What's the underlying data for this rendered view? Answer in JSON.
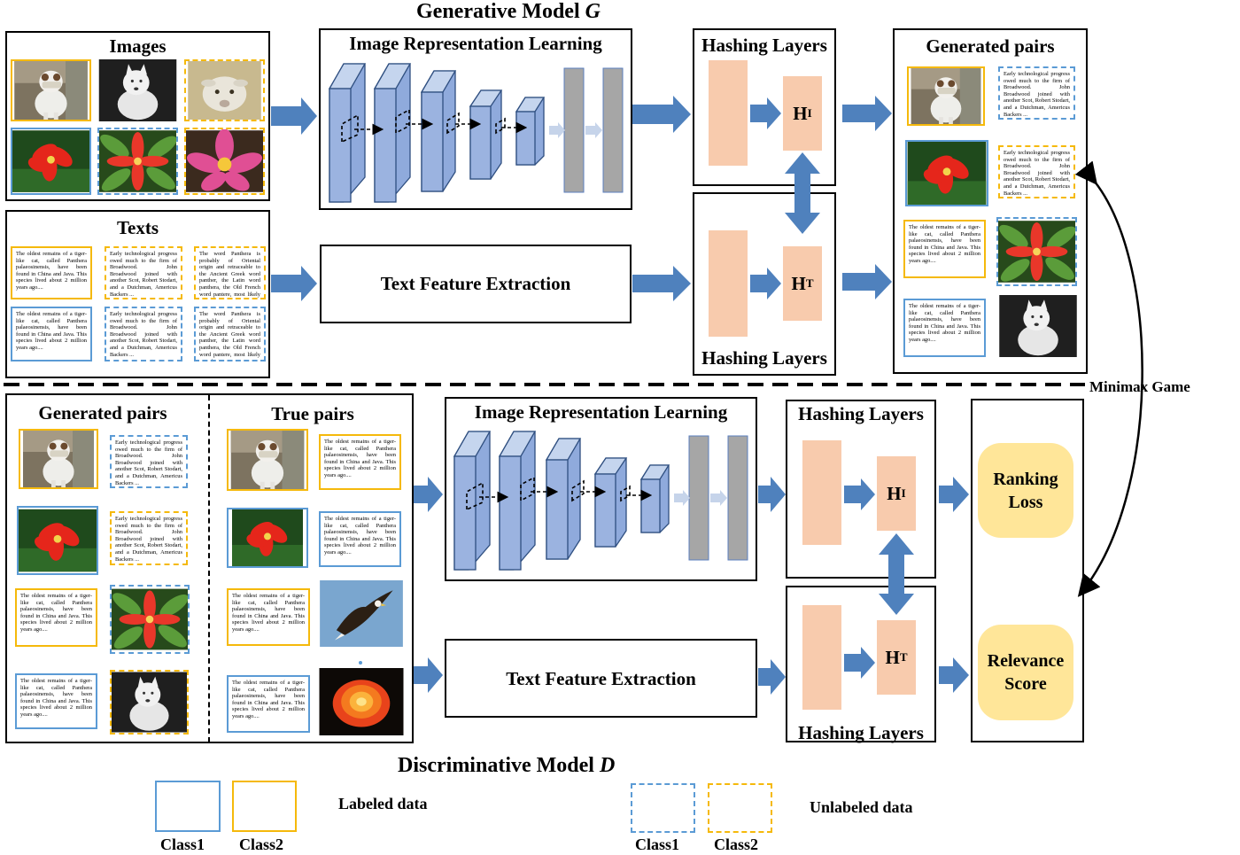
{
  "generative": {
    "title": "Generative Model ",
    "title_var": "G",
    "images_title": "Images",
    "texts_title": "Texts",
    "irl_title": "Image Representation Learning",
    "hashing_title_top": "Hashing Layers",
    "hashing_title_bottom": "Hashing Layers",
    "text_feature": "Text Feature Extraction",
    "generated_pairs_title": "Generated pairs",
    "h_image": "H",
    "h_image_sub": "I",
    "h_text": "H",
    "h_text_sub": "T"
  },
  "discriminative": {
    "title": "Discriminative Model ",
    "title_var": "D",
    "generated_pairs_title": "Generated pairs",
    "true_pairs_title": "True pairs",
    "irl_title": "Image Representation Learning",
    "hashing_title_top": "Hashing Layers",
    "hashing_title_bottom": "Hashing Layers",
    "text_feature": "Text Feature Extraction",
    "ranking_loss": "Ranking Loss",
    "relevance_score": "Relevance Score",
    "h_image": "H",
    "h_image_sub": "I",
    "h_text": "H",
    "h_text_sub": "T"
  },
  "minimax": "Minimax Game",
  "texts": {
    "tiger": "The oldest remains of a tiger-like cat, called Panthera palaeosinensis, have been found in China and Java. This species lived about 2 million years ago....",
    "tech": "Early technological progress owed much to the firm of Broadwood. John Broadwood joined with another Scot, Robert Stodart, and a Dutchman, Americus Backers ...",
    "panthera": "The word Panthera is probably of Oriental origin and retraceable to the Ancient Greek word panther, the Latin word panthera, the Old French word pantere, most likely meaning ..."
  },
  "legend": {
    "labeled": "Labeled data",
    "unlabeled": "Unlabeled data",
    "class1": "Class1",
    "class2": "Class2"
  },
  "colors": {
    "class1": "#5b9bd5",
    "class2": "#f5b90b",
    "arrow": "#4f81bd",
    "hash": "#f8cbad",
    "pill": "#ffe699",
    "cnn": "#b4c7e7"
  },
  "icons": [
    "dog-photo",
    "white-wolf-photo",
    "goat-photo",
    "red-flower-photo",
    "pink-lily-photo",
    "eagle-photo",
    "orange-rose-photo"
  ]
}
